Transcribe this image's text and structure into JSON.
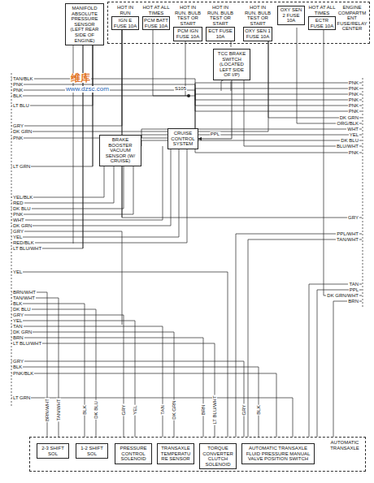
{
  "diagram": {
    "nodes": [
      {
        "text": [
          "MANIFOLD ABSOLUTE PRESSURE SENSOR (LEFT REAR SIDE OF ENGINE)"
        ]
      },
      {
        "text": [
          "ENGINE COMPARTMENT FUSE/RELAY CENTER"
        ]
      },
      {
        "text": [
          "HOT IN RUN",
          "IGN E FUSE 10A"
        ],
        "in": 1
      },
      {
        "text": [
          "HOT AT ALL TIMES",
          "PCM BATT FUSE 10A"
        ],
        "in": 1
      },
      {
        "text": [
          "HOT IN RUN, BULB TEST OR START",
          "PCM IGN FUSE 10A"
        ],
        "in": 1
      },
      {
        "text": [
          "HOT IN RUN, BULB TEST OR START",
          "ECT FUSE 10A"
        ],
        "in": 1
      },
      {
        "text": [
          "HOT IN RUN, BULB TEST OR START",
          "OXY SEN 1 FUSE 10A"
        ],
        "in": 1
      },
      {
        "text": [
          "OXY SEN 2 FUSE 10A"
        ],
        "in": 1
      },
      {
        "text": [
          "HOT AT ALL TIMES",
          "ECTR FUSE 10A"
        ],
        "in": 1
      },
      {
        "text": [
          "TCC BRAKE SWITCH (LOCATED LEFT SIDE OF I/P)"
        ]
      },
      {
        "text": [
          "BRAKE BOOSTER VACUUM SENSOR (W/ CRUISE)"
        ]
      },
      {
        "text": [
          "CRUISE CONTROL SYSTEM"
        ]
      },
      {
        "text": [
          "AUTOMATIC TRANSAXLE"
        ]
      },
      {
        "text": [
          "2-3 SHIFT SOL"
        ],
        "in": 12
      },
      {
        "text": [
          "1-2 SHIFT SOL"
        ],
        "in": 12
      },
      {
        "text": [
          "PRESSURE CONTROL SOLENOID"
        ],
        "in": 12
      },
      {
        "text": [
          "TRANSAXLE TEMPERATURE SENSOR"
        ],
        "in": 12
      },
      {
        "text": [
          "TORQUE CONVERTER CLUTCH SOLENOID"
        ],
        "in": 12
      },
      {
        "text": [
          "AUTOMATIC TRANSAXLE FLUID PRESSURE MANUAL VALVE POSITION SWITCH"
        ],
        "in": 12
      }
    ],
    "edges": [
      {
        "from": 9,
        "to": 11,
        "arrow": "to",
        "label": "PPL"
      }
    ],
    "labels": [
      "维库",
      "www.dzsc.com",
      "S105",
      "TAN/BLK",
      "PNK",
      "PNK",
      "BLK",
      "LT BLU",
      "GRY",
      "DK GRN",
      "PNK",
      "LT GRN",
      "YEL/BLK",
      "RED",
      "DK BLU",
      "PNK",
      "WHT",
      "DK GRN",
      "GRY",
      "YEL",
      "RED/BLK",
      "LT BLU/WHT",
      "YEL",
      "BRN/WHT",
      "TAN/WHT",
      "BLK",
      "DK BLU",
      "GRY",
      "YEL",
      "TAN",
      "DK GRN",
      "BRN",
      "LT BLU/WHT",
      "GRY",
      "BLK",
      "PNK/BLK",
      "LT GRN",
      "PNK",
      "PNK",
      "PNK",
      "PNK",
      "PNK",
      "PNK",
      "DK GRN",
      "ORG/BLK",
      "WHT",
      "YEL",
      "DK BLU",
      "BLU/WHT",
      "PNK",
      "GRY",
      "PPL/WHT",
      "TAN/WHT",
      "TAN",
      "PPL",
      "DK GRN/WHT",
      "BRN",
      "BRN/WHT",
      "TAN/WHT",
      "BLK",
      "DK BLU",
      "GRY",
      "YEL",
      "TAN",
      "DK GRN",
      "BRN",
      "LT BLU/WHT",
      "GRY",
      "BLK"
    ]
  }
}
